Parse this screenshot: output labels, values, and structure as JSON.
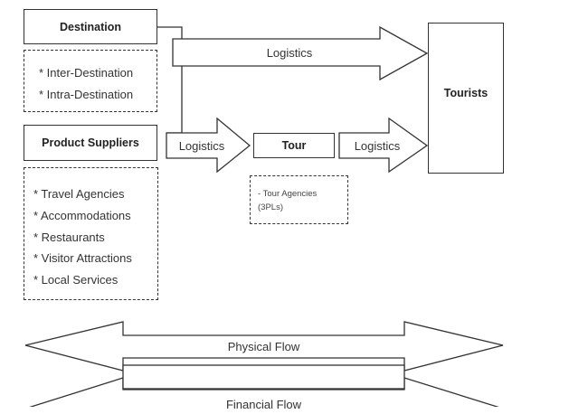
{
  "destination": {
    "title": "Destination",
    "items": [
      "* Inter-Destination",
      "* Intra-Destination"
    ]
  },
  "product_suppliers": {
    "title": "Product Suppliers",
    "items": [
      "* Travel Agencies",
      "* Accommodations",
      "* Restaurants",
      "* Visitor Attractions",
      "* Local Services"
    ]
  },
  "arrows": {
    "top_logistics": "Logistics",
    "mid_logistics_left": "Logistics",
    "mid_logistics_right": "Logistics"
  },
  "tour": {
    "title": "Tour",
    "note_line1": "- Tour Agencies",
    "note_line2": "(3PLs)"
  },
  "tourists": {
    "title": "Tourists"
  },
  "flows": {
    "physical": "Physical Flow",
    "financial": "Financial Flow"
  }
}
